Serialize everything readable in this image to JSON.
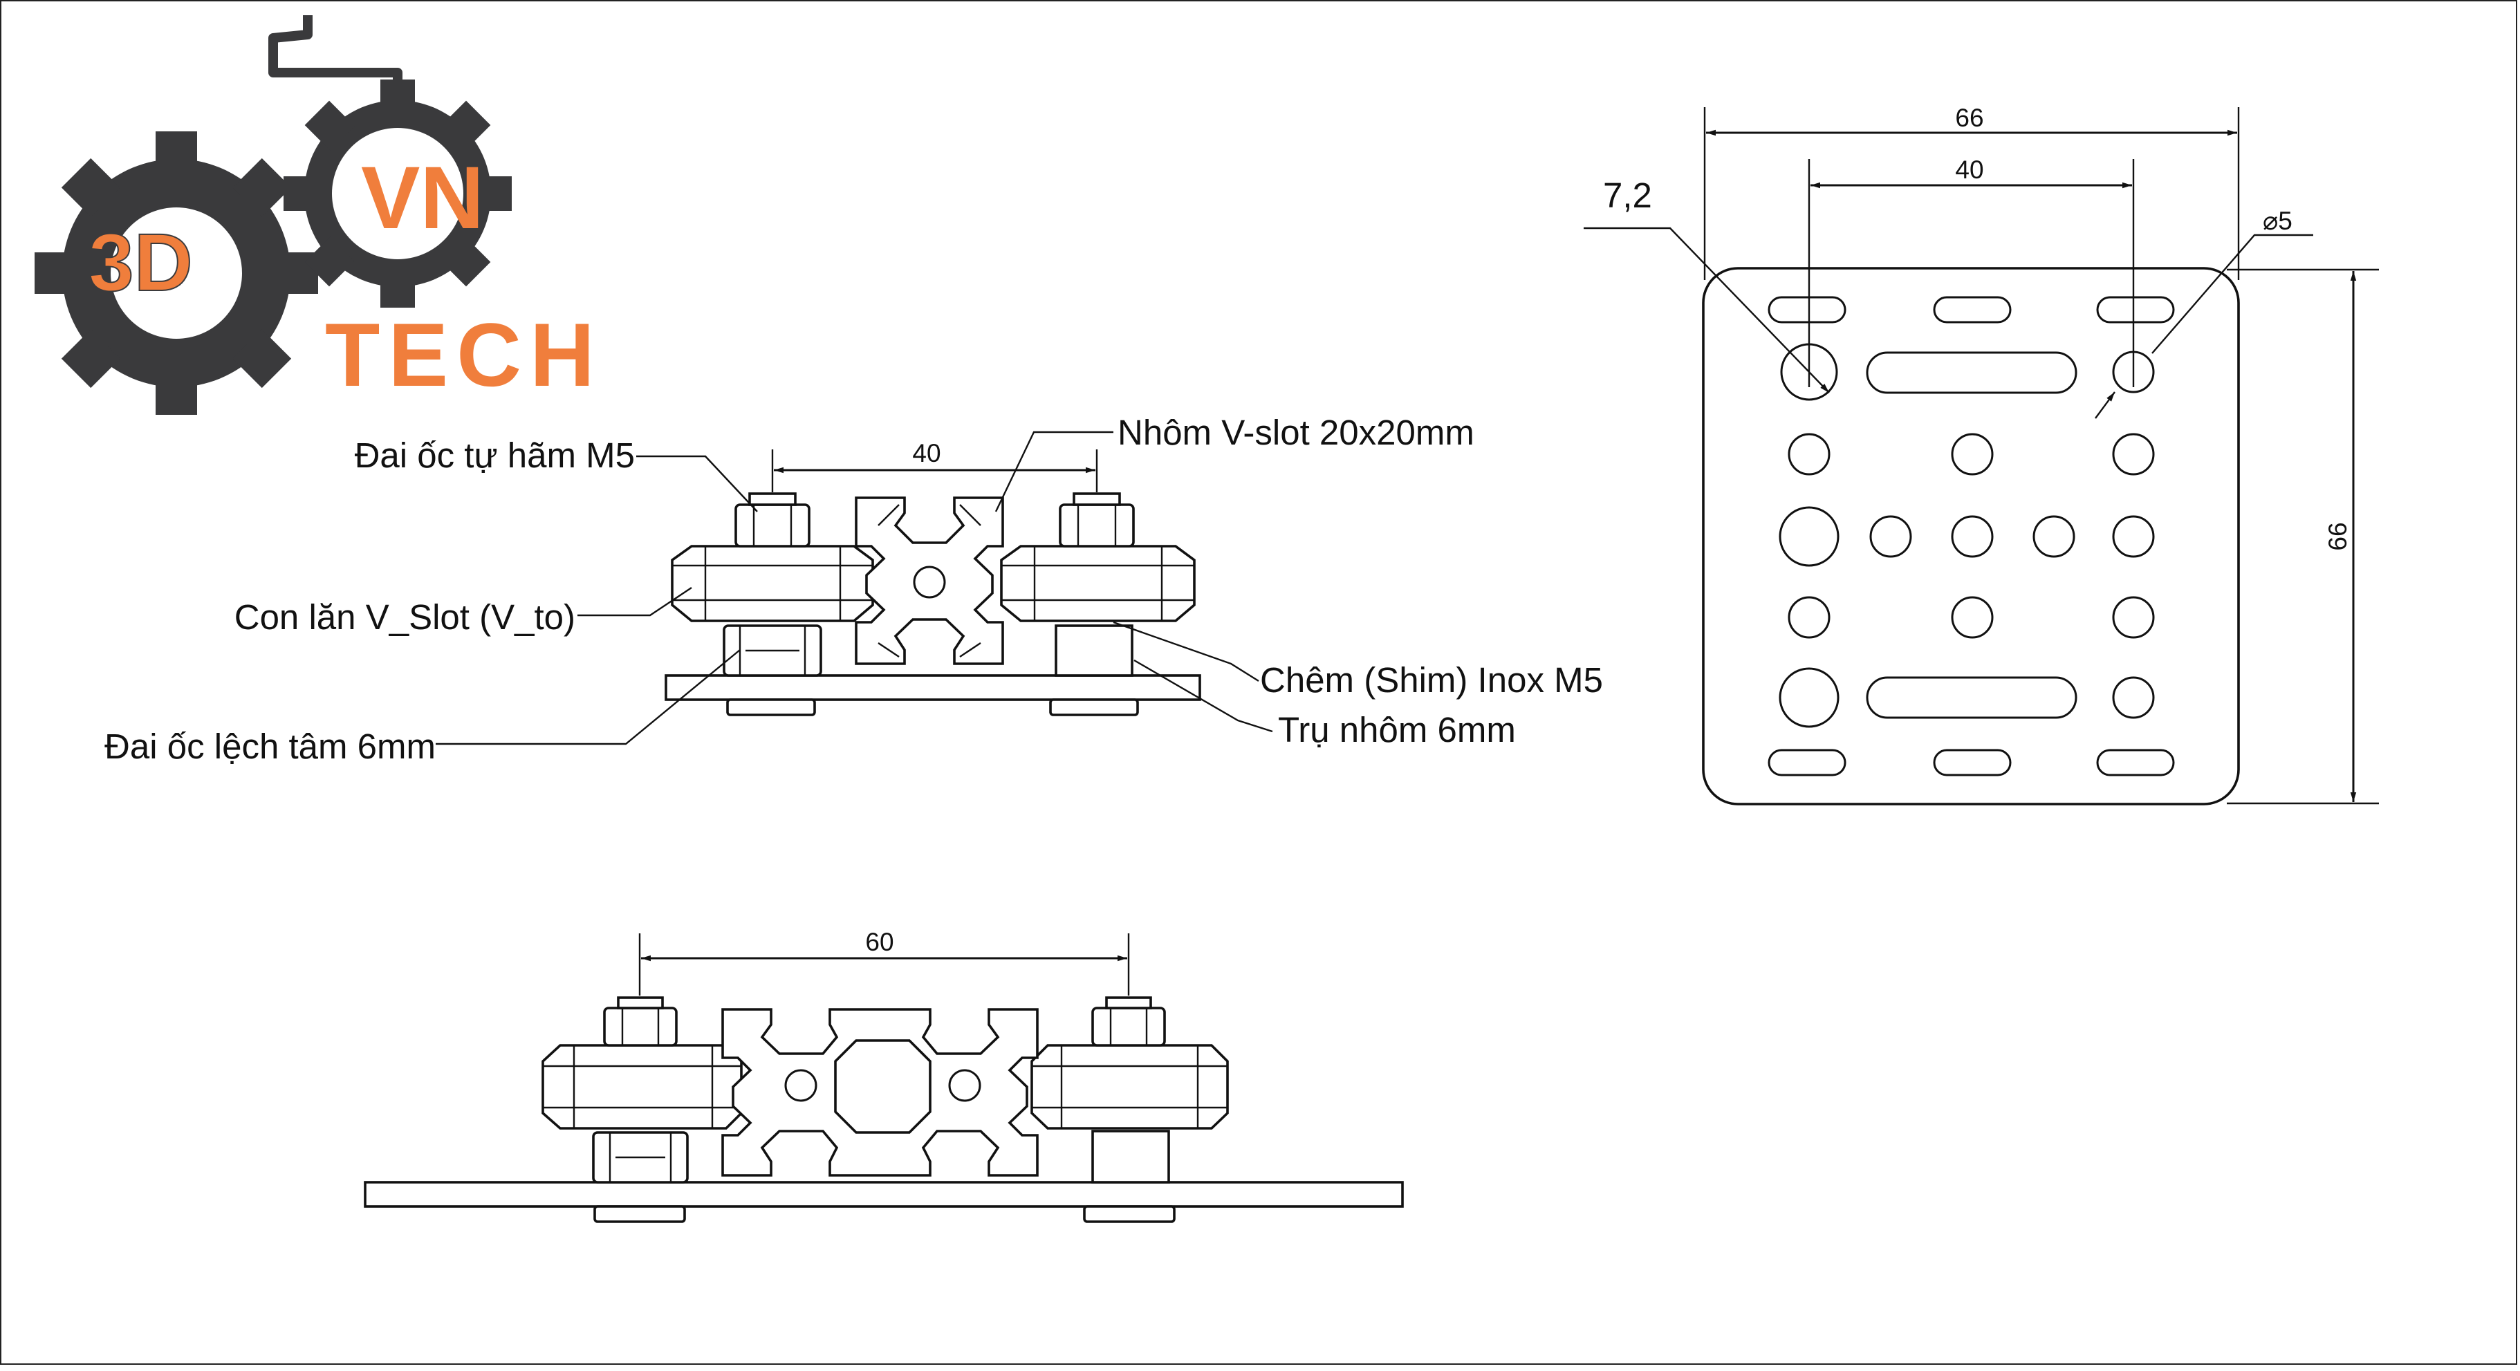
{
  "logo": {
    "text_3d": "3D",
    "text_vn": "VN",
    "text_tech": "TECH",
    "colors": {
      "orange": "#F07E3C",
      "gray": "#3A3A3C"
    }
  },
  "top_view": {
    "labels": {
      "nut_lock": "Đai ốc tự hãm M5",
      "vslot": "Nhôm V-slot 20x20mm",
      "wheel": "Con lăn V_Slot (V_to)",
      "shim": "Chêm (Shim) Inox M5",
      "eccentric": "Đai ốc lệch tâm 6mm",
      "spacer": "Trụ nhôm 6mm"
    },
    "dimension": "40"
  },
  "bottom_view": {
    "dimension": "60"
  },
  "plate": {
    "dim_width": "66",
    "dim_inner": "40",
    "dim_height": "66",
    "dim_large_hole": "7,2",
    "dim_small_hole": "⌀5"
  }
}
